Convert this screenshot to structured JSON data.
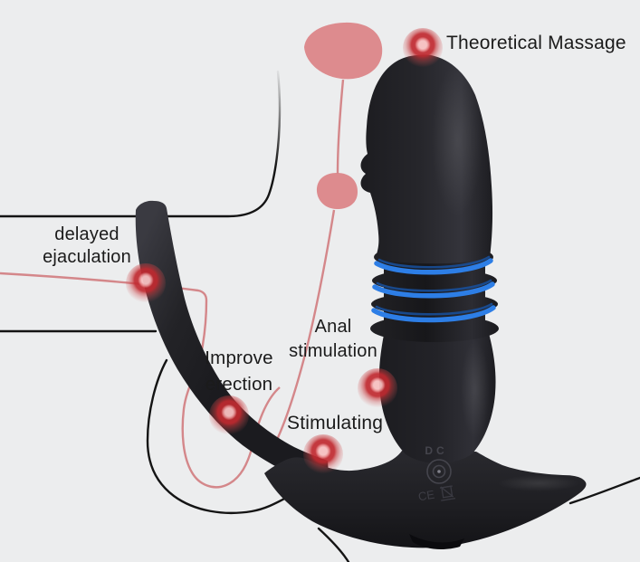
{
  "background_color": "#ECEDEE",
  "annotations": {
    "theoretical_massage": {
      "text": "Theoretical Massage"
    },
    "delayed_ejaculation": {
      "line1": "delayed",
      "line2": "ejaculation"
    },
    "improve_erection": {
      "line1": "Improve",
      "line2": "erection"
    },
    "anal_stimulation": {
      "line1": "Anal",
      "line2": "stimulation"
    },
    "stimulating": {
      "text": "Stimulating"
    }
  },
  "device": {
    "markings": {
      "dc": "DC",
      "ce": "CE"
    },
    "icons": {
      "charge_port_icon": "dc-charging-port",
      "weee_icon": "crossed-out-wheelie-bin",
      "pulse_marker_icon": "red-pulse-target"
    }
  },
  "colors": {
    "marker_red": "#C12A30",
    "anatomy_pink": "#DD8B8E",
    "anatomy_line_pink": "#D4878A",
    "ring_blue": "#2D7EE6",
    "device_black": "#1B1B1E",
    "outline_black": "#141414",
    "label_text": "#1B1B1B"
  }
}
